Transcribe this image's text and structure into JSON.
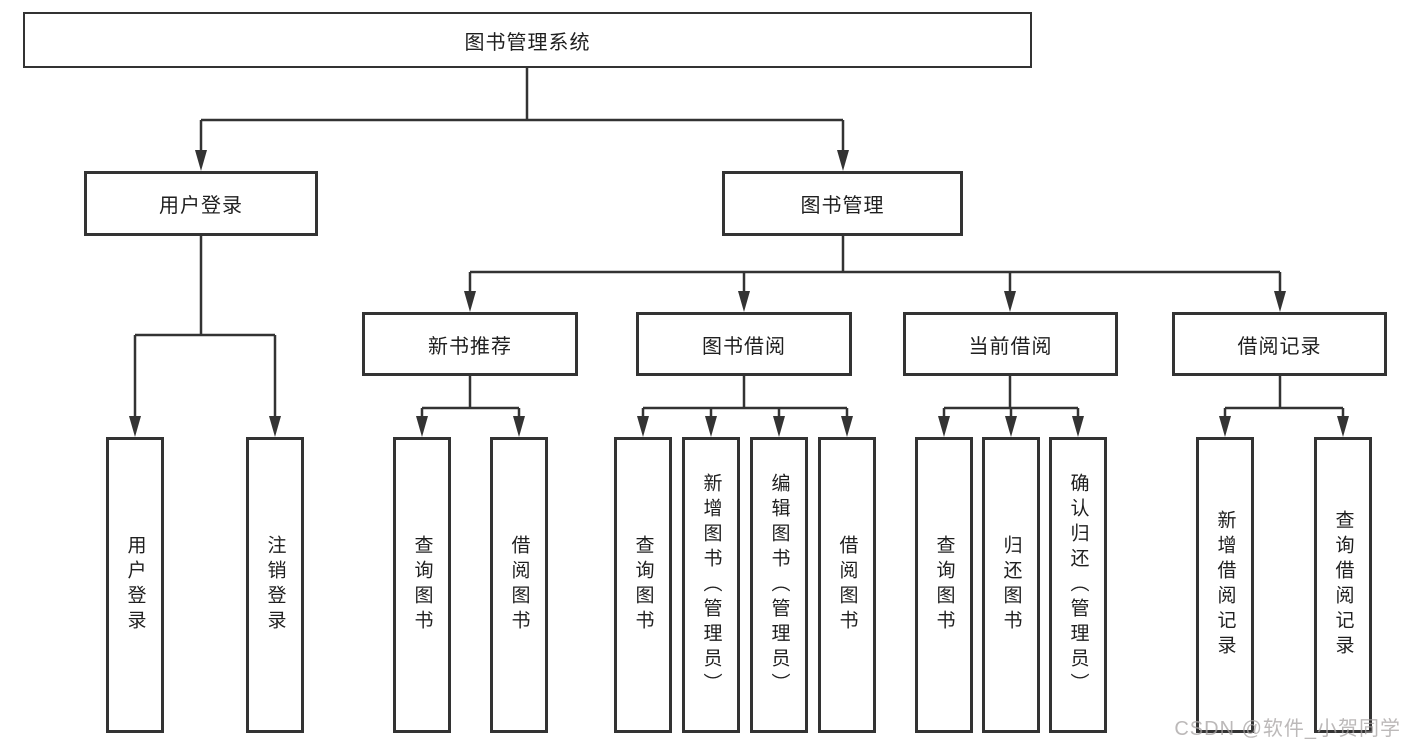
{
  "diagram": {
    "root_label": "图书管理系统",
    "branches": [
      {
        "label": "用户登录",
        "children": [
          {
            "label": "用户登录"
          },
          {
            "label": "注销登录"
          }
        ]
      },
      {
        "label": "图书管理",
        "children": [
          {
            "label": "新书推荐",
            "children": [
              {
                "label": "查询图书"
              },
              {
                "label": "借阅图书"
              }
            ]
          },
          {
            "label": "图书借阅",
            "children": [
              {
                "label": "查询图书"
              },
              {
                "label": "新增图书（管理员）"
              },
              {
                "label": "编辑图书（管理员）"
              },
              {
                "label": "借阅图书"
              }
            ]
          },
          {
            "label": "当前借阅",
            "children": [
              {
                "label": "查询图书"
              },
              {
                "label": "归还图书"
              },
              {
                "label": "确认归还（管理员）"
              }
            ]
          },
          {
            "label": "借阅记录",
            "children": [
              {
                "label": "新增借阅记录"
              },
              {
                "label": "查询借阅记录"
              }
            ]
          }
        ]
      }
    ]
  },
  "watermark": {
    "text": "CSDN @软件_小贺同学"
  },
  "colors": {
    "line": "#333333",
    "box_border": "#333333",
    "text": "#1f1f1f",
    "background": "#ffffff",
    "watermark": "#a5a2a2"
  }
}
